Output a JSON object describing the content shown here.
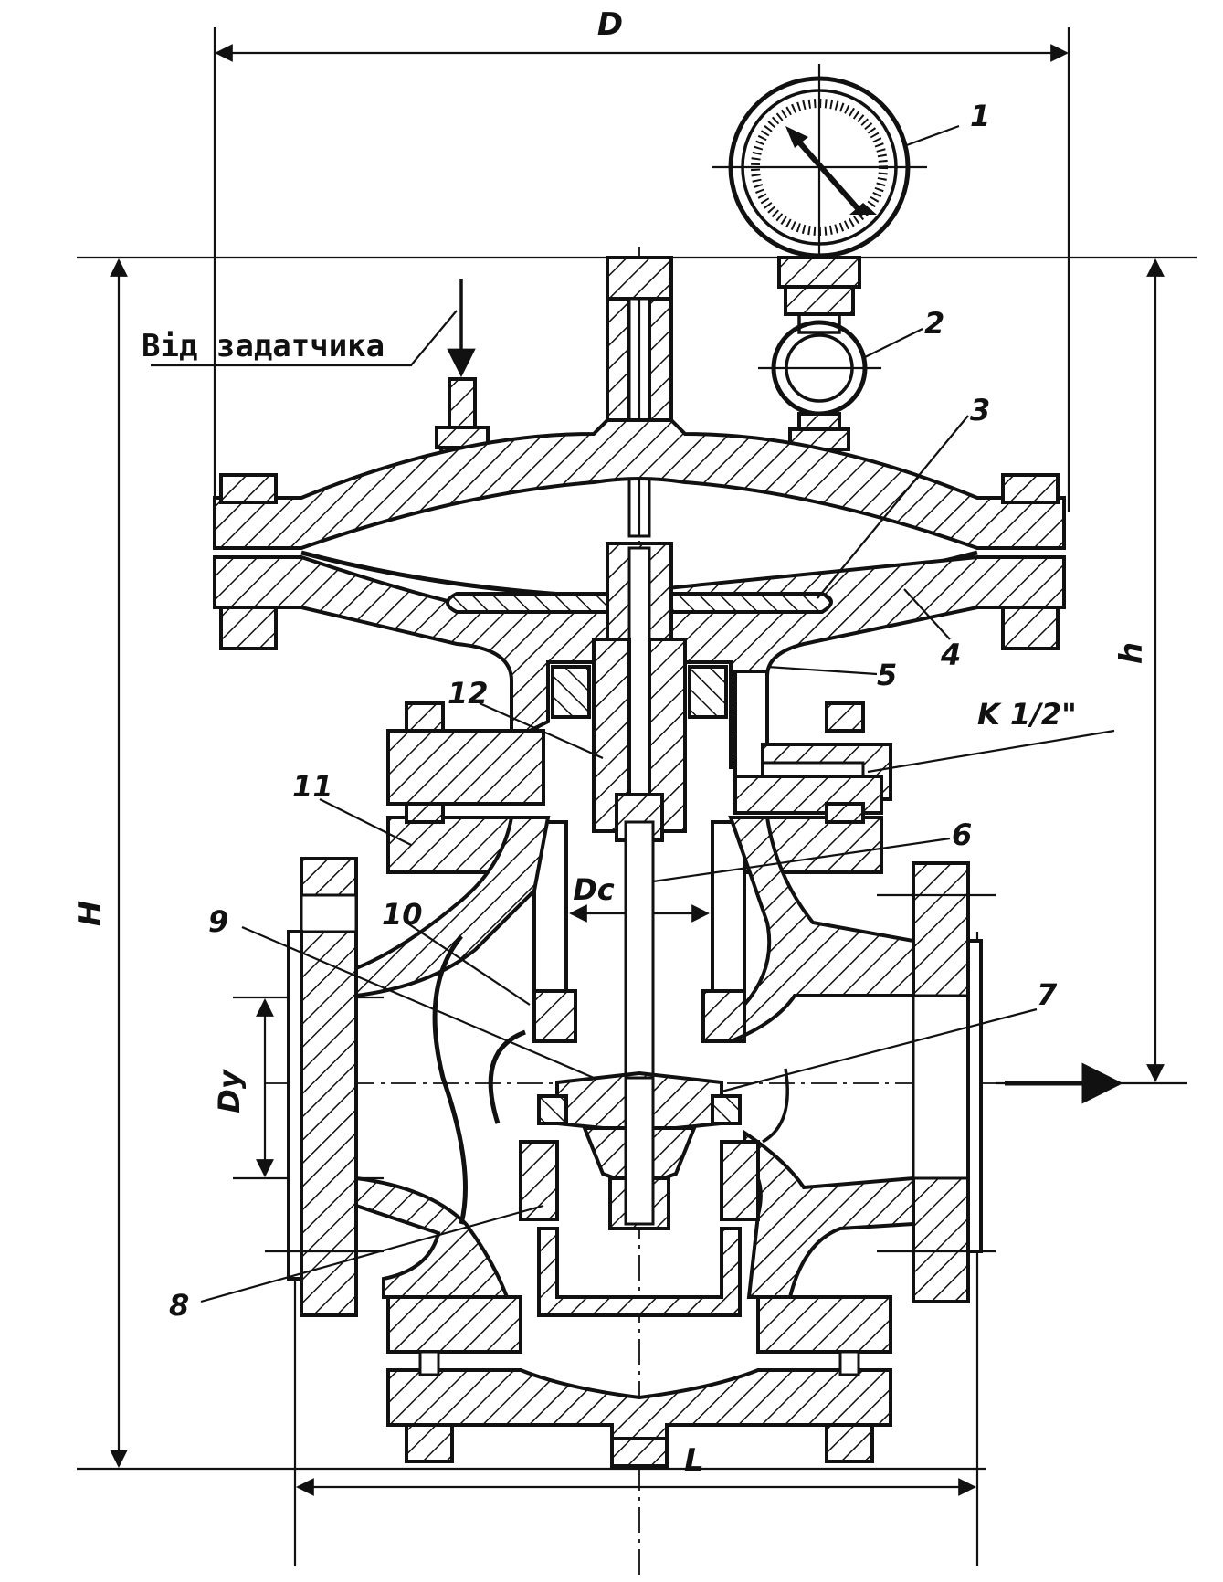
{
  "diagram": {
    "dimensions": {
      "D": "D",
      "H": "H",
      "h": "h",
      "L": "L",
      "Dy": "Dy",
      "Dc": "Dc"
    },
    "inlet_caption": "Від задатчика",
    "port_label": "K 1/2\"",
    "parts": [
      "1",
      "2",
      "3",
      "4",
      "5",
      "6",
      "7",
      "8",
      "9",
      "10",
      "11",
      "12"
    ]
  }
}
